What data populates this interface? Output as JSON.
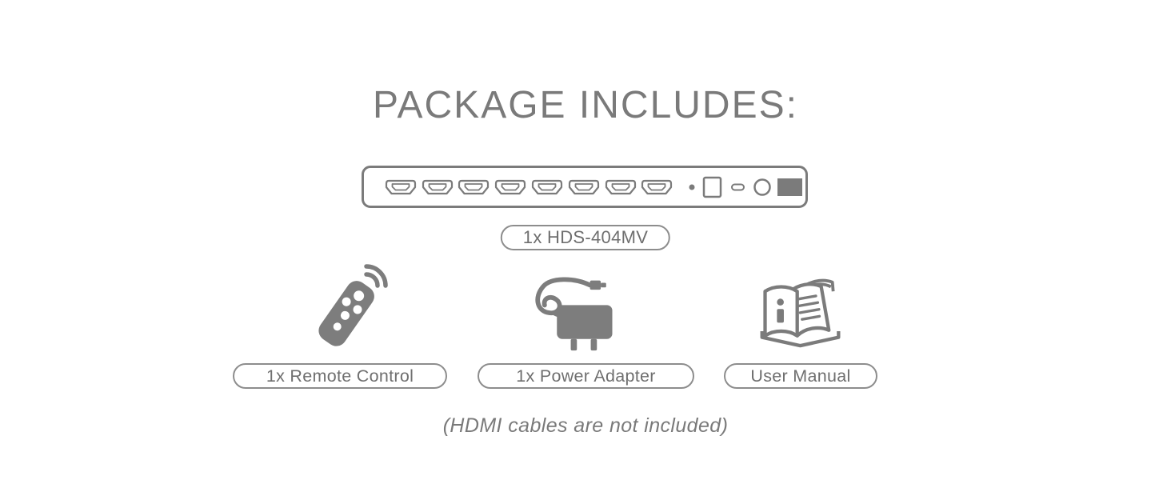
{
  "title": "PACKAGE INCLUDES:",
  "device": {
    "label": "1x HDS-404MV",
    "hdmi_port_count": 8
  },
  "items": [
    {
      "label": "1x Remote Control",
      "icon": "remote-control-icon"
    },
    {
      "label": "1x Power Adapter",
      "icon": "power-adapter-icon"
    },
    {
      "label": "User Manual",
      "icon": "user-manual-icon"
    }
  ],
  "footnote": "(HDMI cables are not included)",
  "colors": {
    "accent_gray": "#7b7b7b",
    "pill_border": "#8d8d8d",
    "text_gray": "#6f6f6f",
    "background": "#ffffff"
  }
}
